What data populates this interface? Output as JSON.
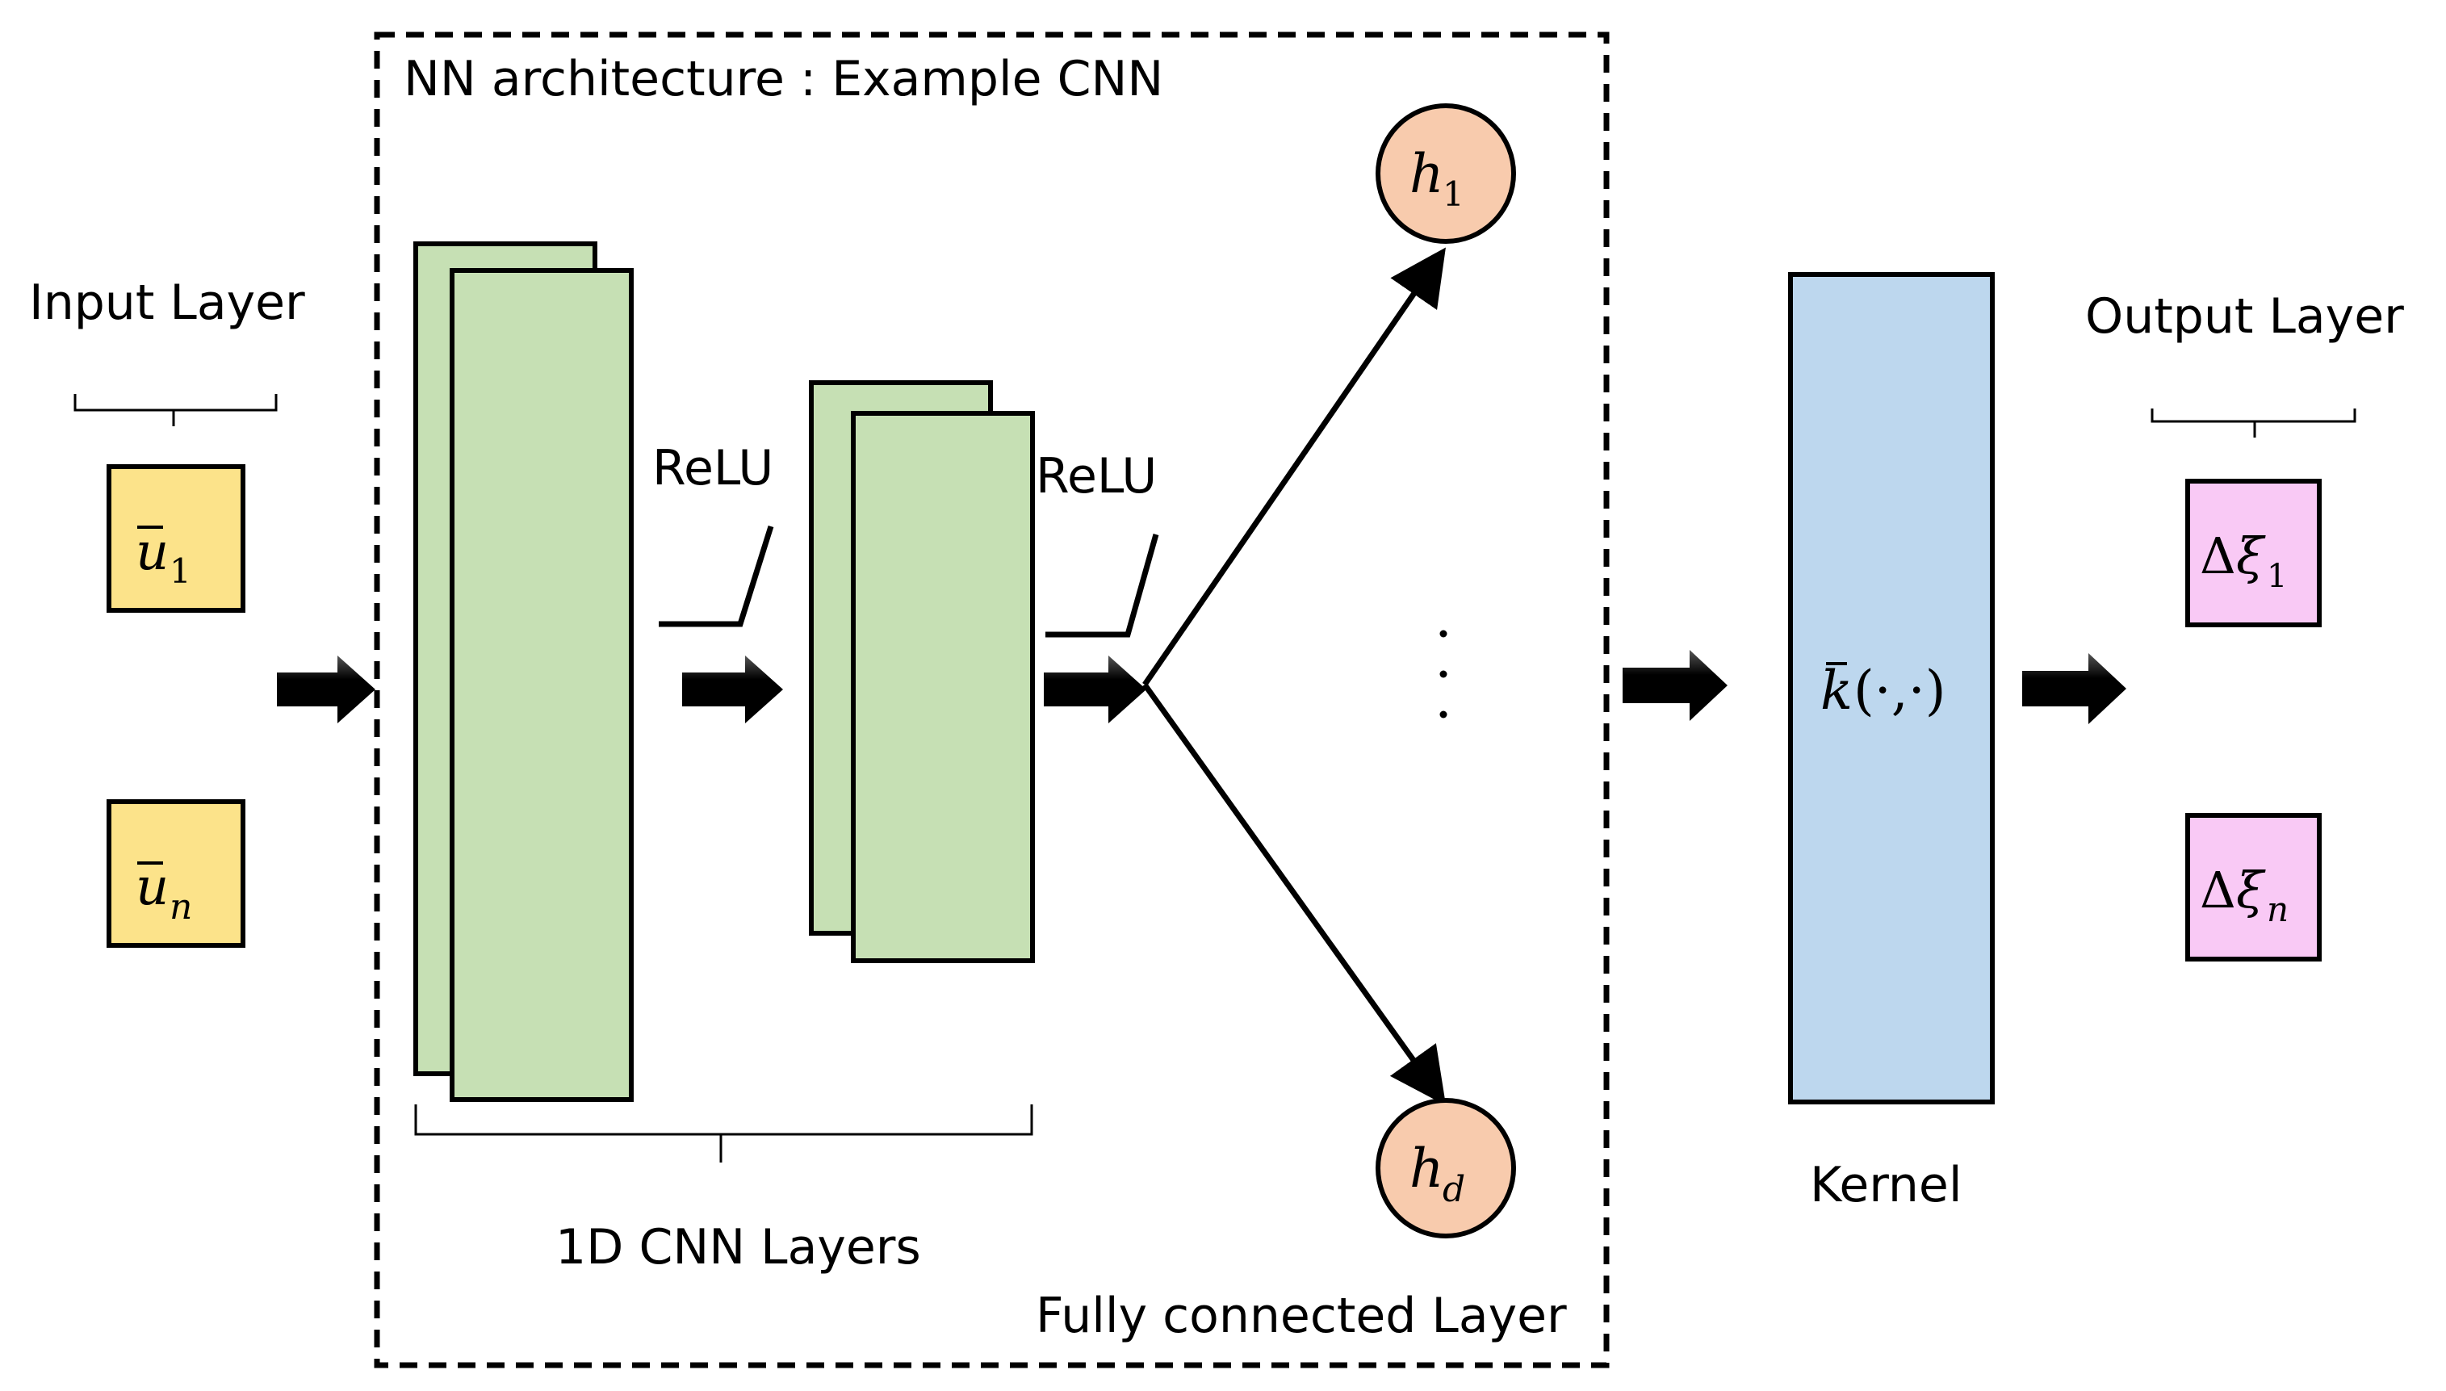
{
  "texts": {
    "nn_title": "NN architecture : Example CNN",
    "input_layer": "Input Layer",
    "output_layer": "Output Layer",
    "relu_1": "ReLU",
    "relu_2": "ReLU",
    "cnn_layers": "1D CNN Layers",
    "fc_layer": "Fully connected Layer",
    "kernel": "Kernel"
  },
  "math": {
    "input_top": {
      "base": "u",
      "sub": "1"
    },
    "input_bottom": {
      "base": "u",
      "sub": "n"
    },
    "hidden_top": {
      "base": "h",
      "sub": "1"
    },
    "hidden_bottom": {
      "base": "h",
      "sub": "d"
    },
    "kernel_expr": {
      "base": "k",
      "rest": "(·,·)"
    },
    "output_top": {
      "prefix": "Δ",
      "base": "ξ",
      "sub": "1"
    },
    "output_bottom": {
      "prefix": "Δ",
      "base": "ξ",
      "sub": "n"
    }
  },
  "colors": {
    "input_fill": "#fce38a",
    "cnn_fill": "#c6e0b4",
    "hidden_fill": "#f8cbad",
    "kernel_fill": "#bdd7ee",
    "output_fill": "#f9c9f5",
    "stroke": "#000000"
  }
}
